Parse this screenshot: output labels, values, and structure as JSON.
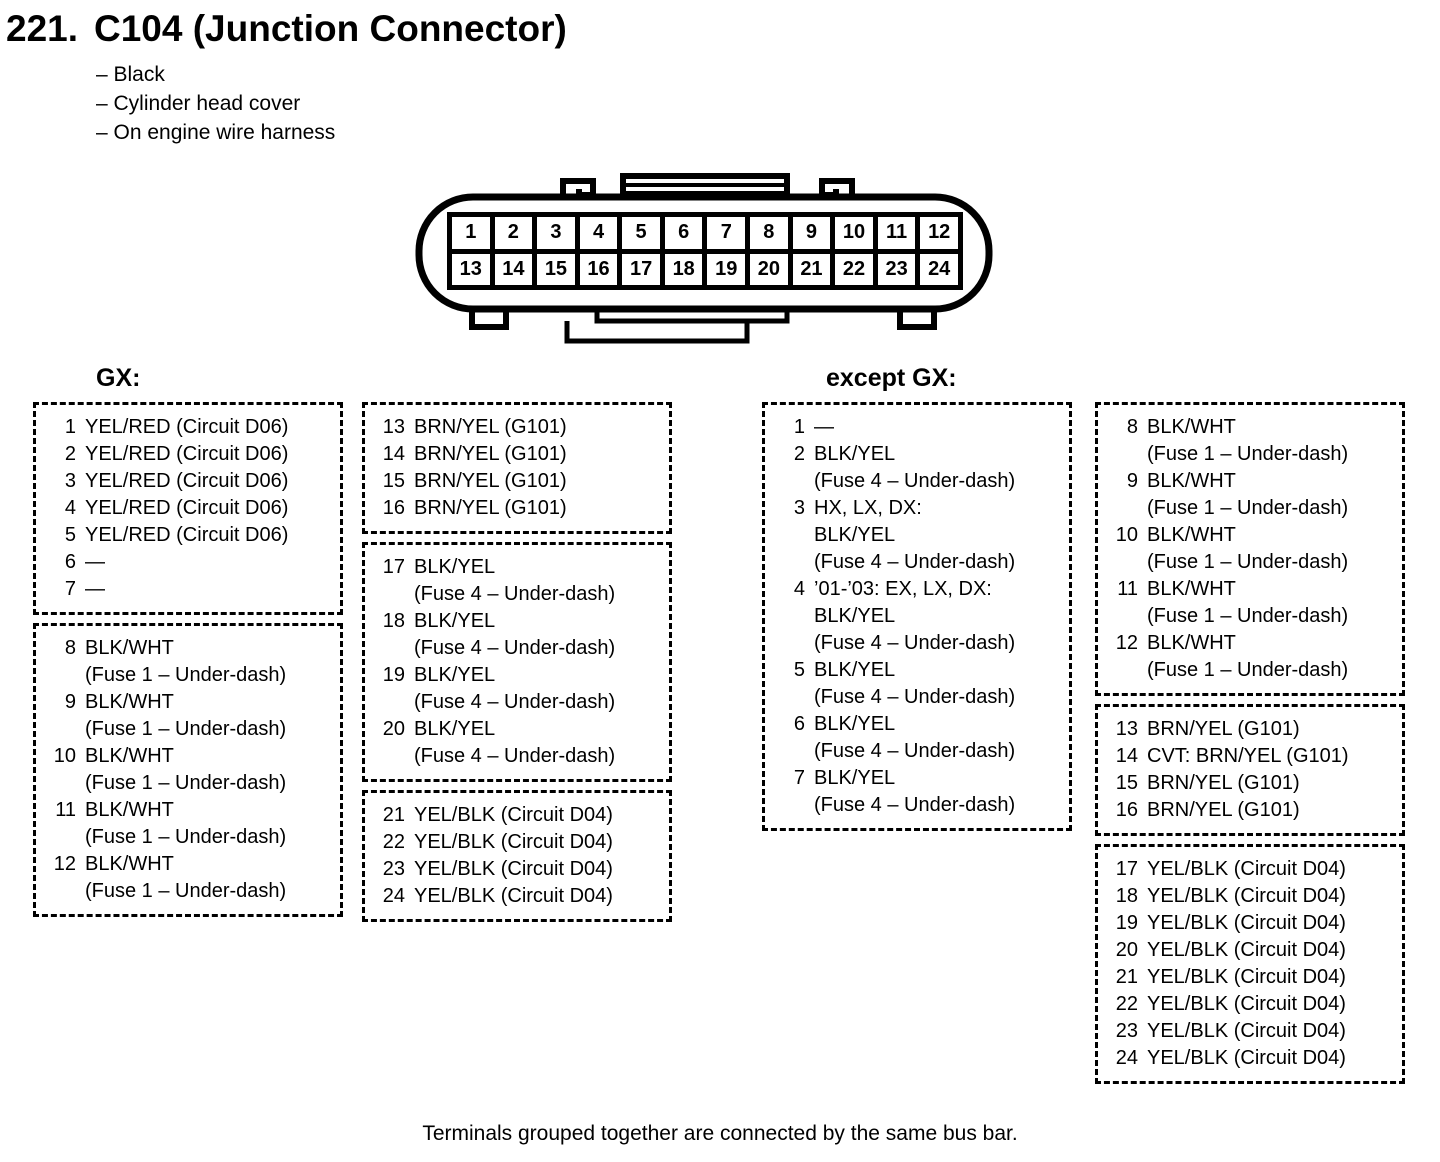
{
  "header": {
    "title_number": "221.",
    "title_text": "C104 (Junction Connector)",
    "bullets": [
      "– Black",
      "– Cylinder head cover",
      "– On engine wire harness"
    ]
  },
  "connector": {
    "pins_top": [
      "1",
      "2",
      "3",
      "4",
      "5",
      "6",
      "7",
      "8",
      "9",
      "10",
      "11",
      "12"
    ],
    "pins_bottom": [
      "13",
      "14",
      "15",
      "16",
      "17",
      "18",
      "19",
      "20",
      "21",
      "22",
      "23",
      "24"
    ]
  },
  "sections": [
    {
      "label": "GX:",
      "columns": [
        {
          "boxes": [
            {
              "entries": [
                {
                  "num": "1",
                  "main": "YEL/RED (Circuit D06)"
                },
                {
                  "num": "2",
                  "main": "YEL/RED (Circuit D06)"
                },
                {
                  "num": "3",
                  "main": "YEL/RED (Circuit D06)"
                },
                {
                  "num": "4",
                  "main": "YEL/RED (Circuit D06)"
                },
                {
                  "num": "5",
                  "main": "YEL/RED (Circuit D06)"
                },
                {
                  "num": "6",
                  "main": "—"
                },
                {
                  "num": "7",
                  "main": "—"
                }
              ]
            },
            {
              "entries": [
                {
                  "num": "8",
                  "main": "BLK/WHT",
                  "sub": [
                    "(Fuse 1 – Under-dash)"
                  ]
                },
                {
                  "num": "9",
                  "main": "BLK/WHT",
                  "sub": [
                    "(Fuse 1 – Under-dash)"
                  ]
                },
                {
                  "num": "10",
                  "main": "BLK/WHT",
                  "sub": [
                    "(Fuse 1 – Under-dash)"
                  ]
                },
                {
                  "num": "11",
                  "main": "BLK/WHT",
                  "sub": [
                    "(Fuse 1 – Under-dash)"
                  ]
                },
                {
                  "num": "12",
                  "main": "BLK/WHT",
                  "sub": [
                    "(Fuse 1 – Under-dash)"
                  ]
                }
              ]
            }
          ]
        },
        {
          "boxes": [
            {
              "entries": [
                {
                  "num": "13",
                  "main": "BRN/YEL (G101)"
                },
                {
                  "num": "14",
                  "main": "BRN/YEL (G101)"
                },
                {
                  "num": "15",
                  "main": "BRN/YEL (G101)"
                },
                {
                  "num": "16",
                  "main": "BRN/YEL (G101)"
                }
              ]
            },
            {
              "entries": [
                {
                  "num": "17",
                  "main": "BLK/YEL",
                  "sub": [
                    "(Fuse 4 – Under-dash)"
                  ]
                },
                {
                  "num": "18",
                  "main": "BLK/YEL",
                  "sub": [
                    "(Fuse 4 – Under-dash)"
                  ]
                },
                {
                  "num": "19",
                  "main": "BLK/YEL",
                  "sub": [
                    "(Fuse 4 – Under-dash)"
                  ]
                },
                {
                  "num": "20",
                  "main": "BLK/YEL",
                  "sub": [
                    "(Fuse 4 – Under-dash)"
                  ]
                }
              ]
            },
            {
              "entries": [
                {
                  "num": "21",
                  "main": "YEL/BLK (Circuit D04)"
                },
                {
                  "num": "22",
                  "main": "YEL/BLK (Circuit D04)"
                },
                {
                  "num": "23",
                  "main": "YEL/BLK (Circuit D04)"
                },
                {
                  "num": "24",
                  "main": "YEL/BLK (Circuit D04)"
                }
              ]
            }
          ]
        }
      ]
    },
    {
      "label": "except GX:",
      "columns": [
        {
          "boxes": [
            {
              "entries": [
                {
                  "num": "1",
                  "main": "—"
                },
                {
                  "num": "2",
                  "main": "BLK/YEL",
                  "sub": [
                    "(Fuse 4 – Under-dash)"
                  ]
                },
                {
                  "num": "3",
                  "main": "HX, LX, DX:",
                  "sub": [
                    "BLK/YEL",
                    "(Fuse 4 – Under-dash)"
                  ]
                },
                {
                  "num": "4",
                  "main": "’01-’03: EX, LX, DX:",
                  "sub": [
                    "BLK/YEL",
                    "(Fuse 4 – Under-dash)"
                  ]
                },
                {
                  "num": "5",
                  "main": "BLK/YEL",
                  "sub": [
                    "(Fuse 4 – Under-dash)"
                  ]
                },
                {
                  "num": "6",
                  "main": "BLK/YEL",
                  "sub": [
                    "(Fuse 4 – Under-dash)"
                  ]
                },
                {
                  "num": "7",
                  "main": "BLK/YEL",
                  "sub": [
                    "(Fuse 4 – Under-dash)"
                  ]
                }
              ]
            }
          ]
        },
        {
          "boxes": [
            {
              "entries": [
                {
                  "num": "8",
                  "main": "BLK/WHT",
                  "sub": [
                    "(Fuse 1 – Under-dash)"
                  ]
                },
                {
                  "num": "9",
                  "main": "BLK/WHT",
                  "sub": [
                    "(Fuse 1 – Under-dash)"
                  ]
                },
                {
                  "num": "10",
                  "main": "BLK/WHT",
                  "sub": [
                    "(Fuse 1 – Under-dash)"
                  ]
                },
                {
                  "num": "11",
                  "main": "BLK/WHT",
                  "sub": [
                    "(Fuse 1 – Under-dash)"
                  ]
                },
                {
                  "num": "12",
                  "main": "BLK/WHT",
                  "sub": [
                    "(Fuse 1 – Under-dash)"
                  ]
                }
              ]
            },
            {
              "entries": [
                {
                  "num": "13",
                  "main": "BRN/YEL (G101)"
                },
                {
                  "num": "14",
                  "main": "CVT: BRN/YEL (G101)"
                },
                {
                  "num": "15",
                  "main": "BRN/YEL (G101)"
                },
                {
                  "num": "16",
                  "main": "BRN/YEL (G101)"
                }
              ]
            },
            {
              "entries": [
                {
                  "num": "17",
                  "main": "YEL/BLK (Circuit D04)"
                },
                {
                  "num": "18",
                  "main": "YEL/BLK (Circuit D04)"
                },
                {
                  "num": "19",
                  "main": "YEL/BLK (Circuit D04)"
                },
                {
                  "num": "20",
                  "main": "YEL/BLK (Circuit D04)"
                },
                {
                  "num": "21",
                  "main": "YEL/BLK (Circuit D04)"
                },
                {
                  "num": "22",
                  "main": "YEL/BLK (Circuit D04)"
                },
                {
                  "num": "23",
                  "main": "YEL/BLK (Circuit D04)"
                },
                {
                  "num": "24",
                  "main": "YEL/BLK (Circuit D04)"
                }
              ]
            }
          ]
        }
      ]
    }
  ],
  "footer": "Terminals grouped together are connected by the same bus bar."
}
